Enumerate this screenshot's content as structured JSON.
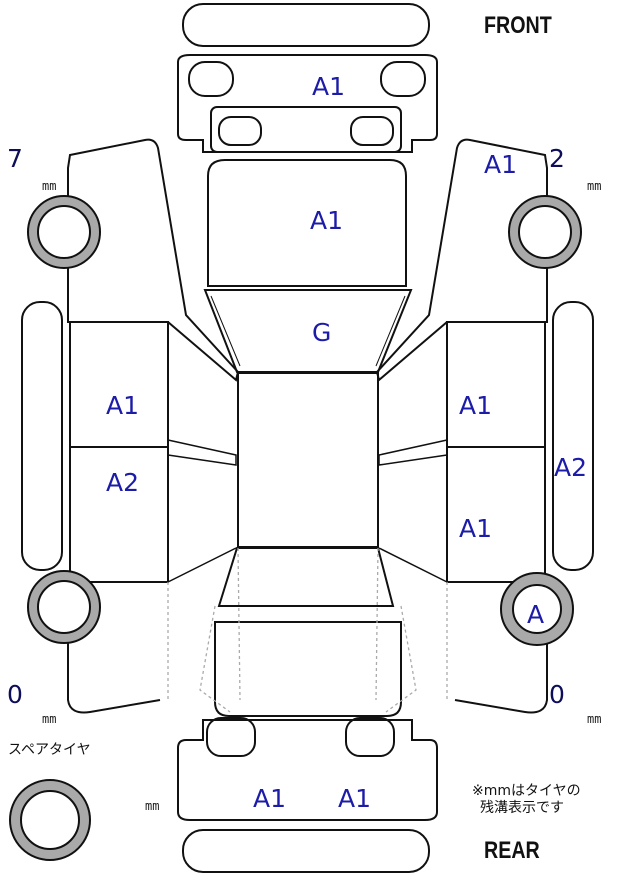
{
  "labels": {
    "front": "FRONT",
    "rear": "REAR",
    "spare_tire": "スペアタイヤ",
    "note_line1": "※mmはタイヤの",
    "note_line2": "残溝表示です",
    "unit": "mm"
  },
  "tread_depth": {
    "front_left": "7",
    "front_right": "2",
    "rear_left": "0",
    "rear_right": "0"
  },
  "grades": {
    "front_bumper": "A1",
    "hood": "A1",
    "windshield": "G",
    "right_front_fender": "A1",
    "left_front_door": "A1",
    "left_rear_door": "A2",
    "right_front_door": "A1",
    "right_rear_door": "A1",
    "right_rocker": "A2",
    "right_rear_wheel": "A",
    "rear_bumper_left": "A1",
    "rear_bumper_right": "A1"
  }
}
